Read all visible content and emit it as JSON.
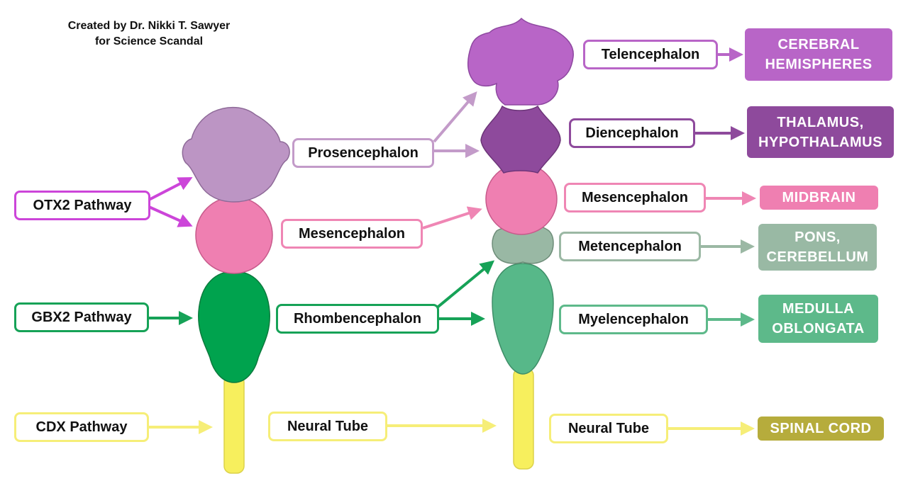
{
  "credit": {
    "line1": "Created by Dr. Nikki T. Sawyer",
    "line2": "for Science Scandal"
  },
  "colors": {
    "purple_light": "#c39bc9",
    "magenta": "#cc45d9",
    "pink": "#ef86b4",
    "green_dark": "#16a257",
    "yellow": "#f6ee78",
    "purple_mid": "#b865c7",
    "purple_dark": "#8e4a9c",
    "sage": "#9bb8a4",
    "green_mid": "#5db98a",
    "olive": "#b6ac3c"
  },
  "stage1": {
    "otx2": "OTX2 Pathway",
    "gbx2": "GBX2 Pathway",
    "cdx": "CDX Pathway"
  },
  "stage2": {
    "prosencephalon": "Prosencephalon",
    "mesencephalon": "Mesencephalon",
    "rhombencephalon": "Rhombencephalon",
    "neural_tube": "Neural Tube"
  },
  "stage3": {
    "telencephalon": "Telencephalon",
    "diencephalon": "Diencephalon",
    "mesencephalon": "Mesencephalon",
    "metencephalon": "Metencephalon",
    "myelencephalon": "Myelencephalon",
    "neural_tube": "Neural Tube"
  },
  "stage4": {
    "cerebral": {
      "line1": "CEREBRAL",
      "line2": "HEMISPHERES"
    },
    "thalamus": {
      "line1": "THALAMUS,",
      "line2": "HYPOTHALAMUS"
    },
    "midbrain": "MIDBRAIN",
    "pons": {
      "line1": "PONS,",
      "line2": "CEREBELLUM"
    },
    "medulla": {
      "line1": "MEDULLA",
      "line2": "OBLONGATA"
    },
    "spinal": "SPINAL CORD"
  }
}
